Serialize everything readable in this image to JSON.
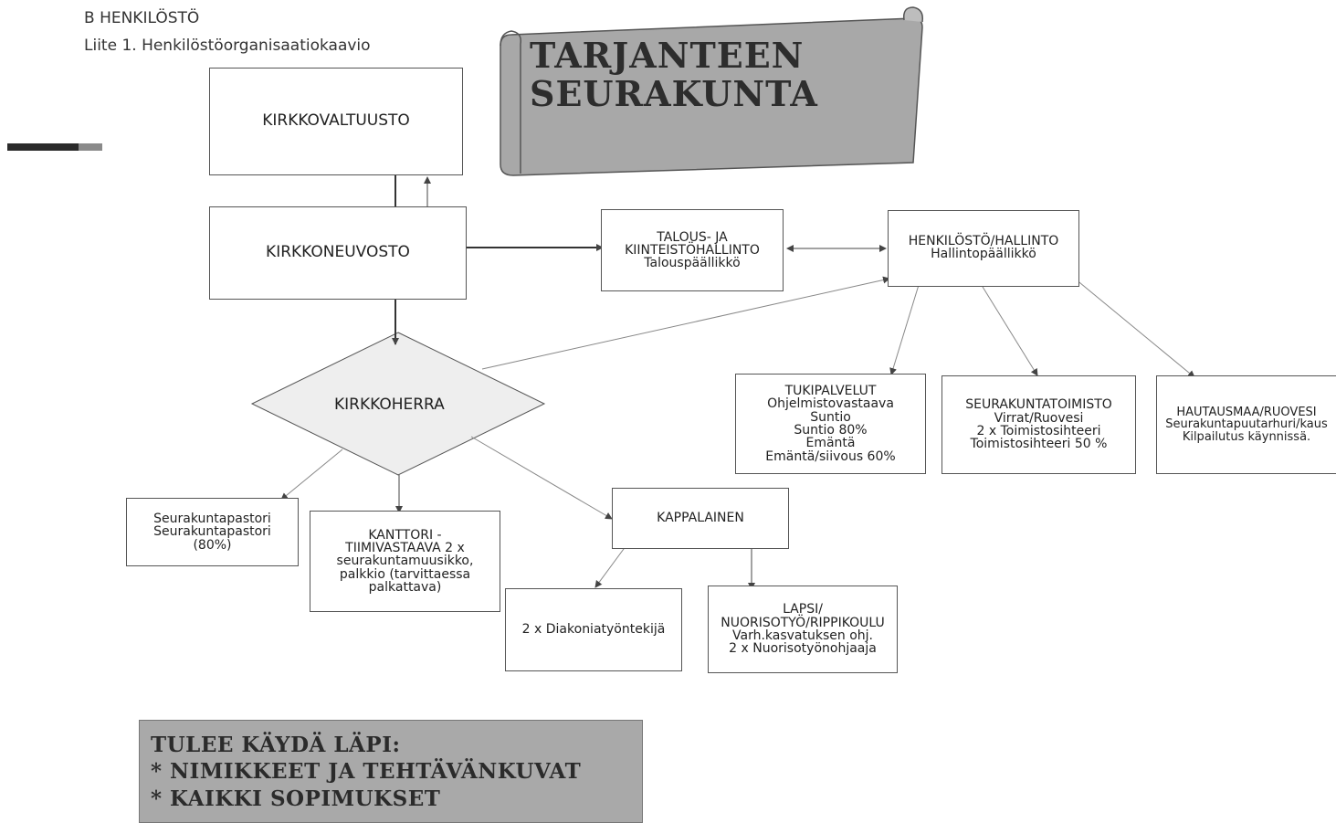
{
  "header": {
    "section": "B HENKILÖSTÖ",
    "appendix": "Liite 1. Henkilöstöorganisaatiokaavio"
  },
  "banner": {
    "line1": "TARJANTEEN",
    "line2": "SEURAKUNTA"
  },
  "nodes": {
    "kirkkovaltuusto": [
      "KIRKKOVALTUUSTO"
    ],
    "kirkkoneuvosto": [
      "KIRKKONEUVOSTO"
    ],
    "talous": [
      "TALOUS- JA",
      "KIINTEISTÖHALLINTO",
      "Talouspäällikkö"
    ],
    "henkilosto": [
      "HENKILÖSTÖ/HALLINTO",
      "Hallintopäällikkö"
    ],
    "kirkkoherra": "KIRKKOHERRA",
    "tukipalvelut": [
      "TUKIPALVELUT",
      "Ohjelmistovastaava",
      "Suntio",
      "Suntio 80%",
      "Emäntä",
      "Emäntä/siivous 60%"
    ],
    "seurakuntatoimisto": [
      "SEURAKUNTATOIMISTO",
      "Virrat/Ruovesi",
      "2 x Toimistosihteeri",
      "Toimistosihteeri 50 %"
    ],
    "hautausmaa": [
      "HAUTAUSMAA/RUOVESI",
      "Seurakuntapuutarhuri/kaus",
      "Kilpailutus käynnissä."
    ],
    "seurakuntapastori": [
      "Seurakuntapastori",
      "Seurakuntapastori",
      "(80%)"
    ],
    "kanttori": [
      "KANTTORI -",
      "TIIMIVASTAAVA 2 x",
      "seurakuntamuusikko,",
      "palkkio (tarvittaessa",
      "palkattava)"
    ],
    "kappalainen": [
      "KAPPALAINEN"
    ],
    "diakonia": [
      "2 x Diakoniatyöntekijä"
    ],
    "lapsi": [
      "LAPSI/",
      "NUORISOTYÖ/RIPPIKOULU",
      "Varh.kasvatuksen ohj.",
      "2 x Nuorisotyönohjaaja"
    ]
  },
  "notice": {
    "line1": "TULEE KÄYDÄ LÄPI:",
    "line2": "* NIMIKKEET JA TEHTÄVÄNKUVAT",
    "line3": "* KAIKKI SOPIMUKSET"
  },
  "colors": {
    "banner_fill": "#a8a8a8",
    "notice_fill": "#a9a9a9",
    "diamond_fill": "#eeeeee",
    "edge_strong": "#333333",
    "edge_light": "#888888"
  }
}
